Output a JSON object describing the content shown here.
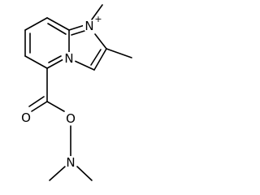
{
  "molecule": {
    "atoms": {
      "n_cation": "N",
      "charge": "+",
      "n_bridge": "N",
      "o_carbonyl": "O",
      "o_ester": "O",
      "n_amine": "N"
    }
  }
}
